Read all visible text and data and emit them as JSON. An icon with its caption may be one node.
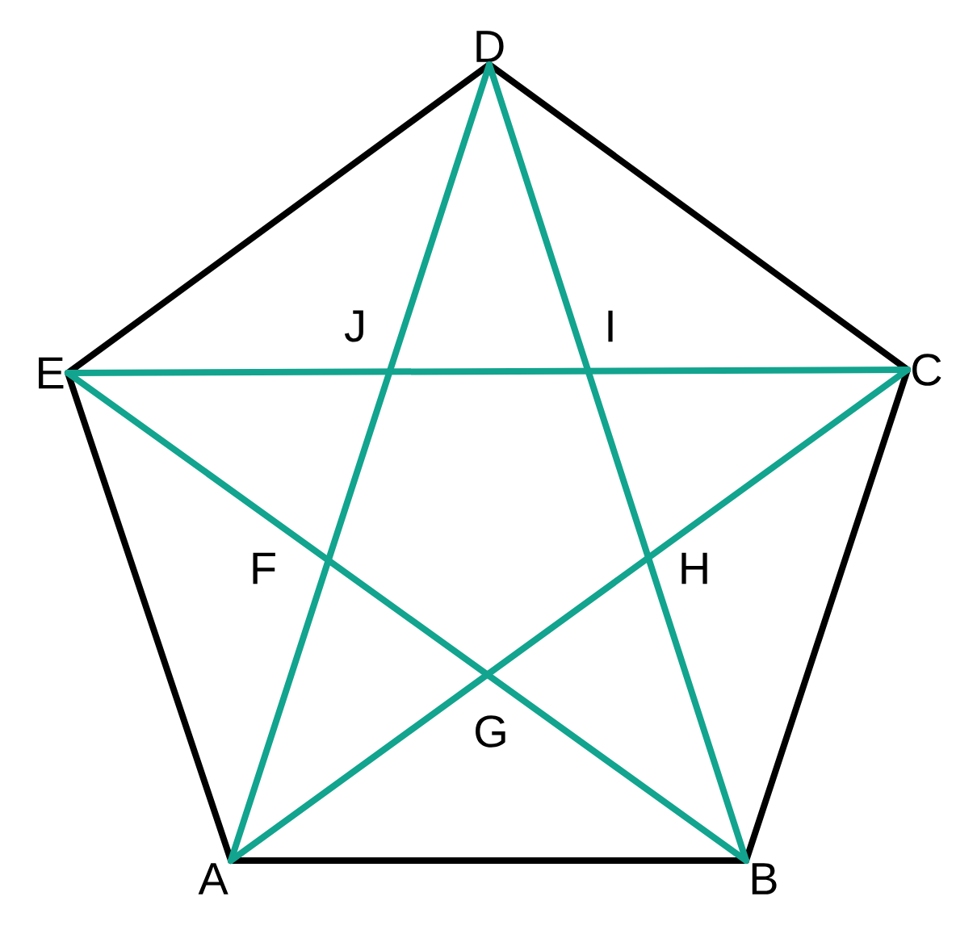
{
  "diagram": {
    "nodes": [
      {
        "text": [
          "A"
        ]
      },
      {
        "text": [
          "B"
        ]
      },
      {
        "text": [
          "C"
        ]
      },
      {
        "text": [
          "D"
        ]
      },
      {
        "text": [
          "E"
        ]
      }
    ],
    "edges": [
      {
        "from": 0,
        "to": 1,
        "arrow": "none",
        "color": "#000000"
      },
      {
        "from": 1,
        "to": 2,
        "arrow": "none",
        "color": "#000000"
      },
      {
        "from": 2,
        "to": 3,
        "arrow": "none",
        "color": "#000000"
      },
      {
        "from": 3,
        "to": 4,
        "arrow": "none",
        "color": "#000000"
      },
      {
        "from": 4,
        "to": 0,
        "arrow": "none",
        "color": "#000000"
      },
      {
        "from": 0,
        "to": 3,
        "arrow": "none",
        "color": "#12a48e"
      },
      {
        "from": 3,
        "to": 1,
        "arrow": "none",
        "color": "#12a48e"
      },
      {
        "from": 4,
        "to": 2,
        "arrow": "none",
        "color": "#12a48e"
      },
      {
        "from": 4,
        "to": 1,
        "arrow": "none",
        "color": "#12a48e"
      },
      {
        "from": 0,
        "to": 2,
        "arrow": "none",
        "color": "#12a48e"
      }
    ],
    "labels": [
      "J",
      "I",
      "F",
      "H",
      "G"
    ]
  }
}
